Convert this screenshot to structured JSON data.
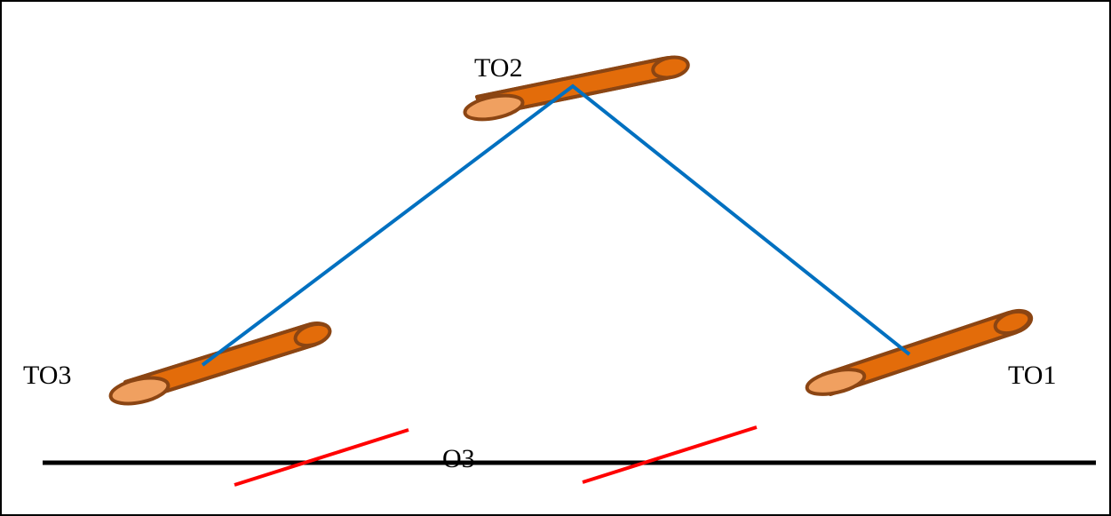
{
  "diagram": {
    "labels": {
      "to1": "TO1",
      "to2": "TO2",
      "to3": "TO3",
      "o3": "O3"
    },
    "colors": {
      "background": "#ffffff",
      "border": "#000000",
      "tube_fill": "#E36C0A",
      "tube_end_fill": "#F0A060",
      "tube_outline": "#8B4513",
      "connector_line": "#0070C0",
      "baseline": "#000000",
      "marker_line": "#FF0000",
      "text": "#000000"
    }
  }
}
